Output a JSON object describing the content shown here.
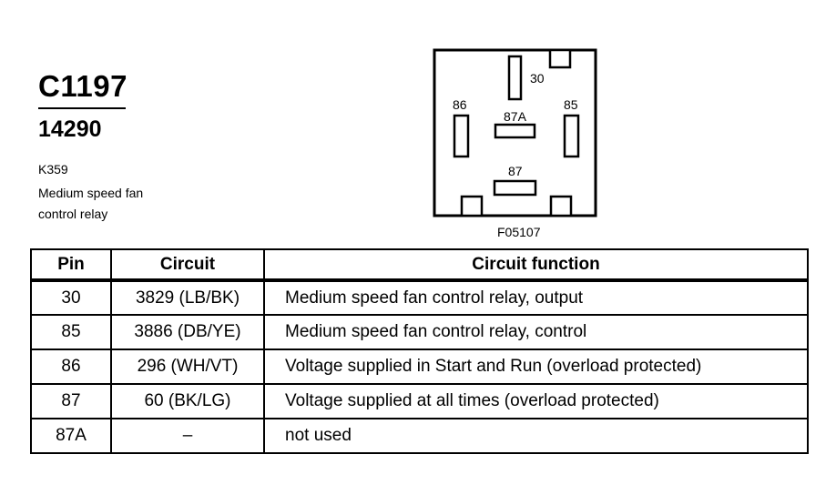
{
  "header": {
    "connector_id": "C1197",
    "part_number": "14290",
    "component_code": "K359",
    "component_description": "Medium speed fan control relay"
  },
  "diagram": {
    "figure_ref": "F05107",
    "pins": {
      "p30": "30",
      "p86": "86",
      "p87a": "87A",
      "p85": "85",
      "p87": "87"
    }
  },
  "table": {
    "headers": {
      "pin": "Pin",
      "circuit": "Circuit",
      "function": "Circuit function"
    },
    "rows": [
      {
        "pin": "30",
        "circuit": "3829 (LB/BK)",
        "function": "Medium speed fan control relay, output"
      },
      {
        "pin": "85",
        "circuit": "3886 (DB/YE)",
        "function": "Medium speed fan control relay, control"
      },
      {
        "pin": "86",
        "circuit": "296 (WH/VT)",
        "function": "Voltage supplied in Start and Run (overload protected)"
      },
      {
        "pin": "87",
        "circuit": "60 (BK/LG)",
        "function": "Voltage supplied at all times (overload protected)"
      },
      {
        "pin": "87A",
        "circuit": "–",
        "function": "not used"
      }
    ]
  }
}
